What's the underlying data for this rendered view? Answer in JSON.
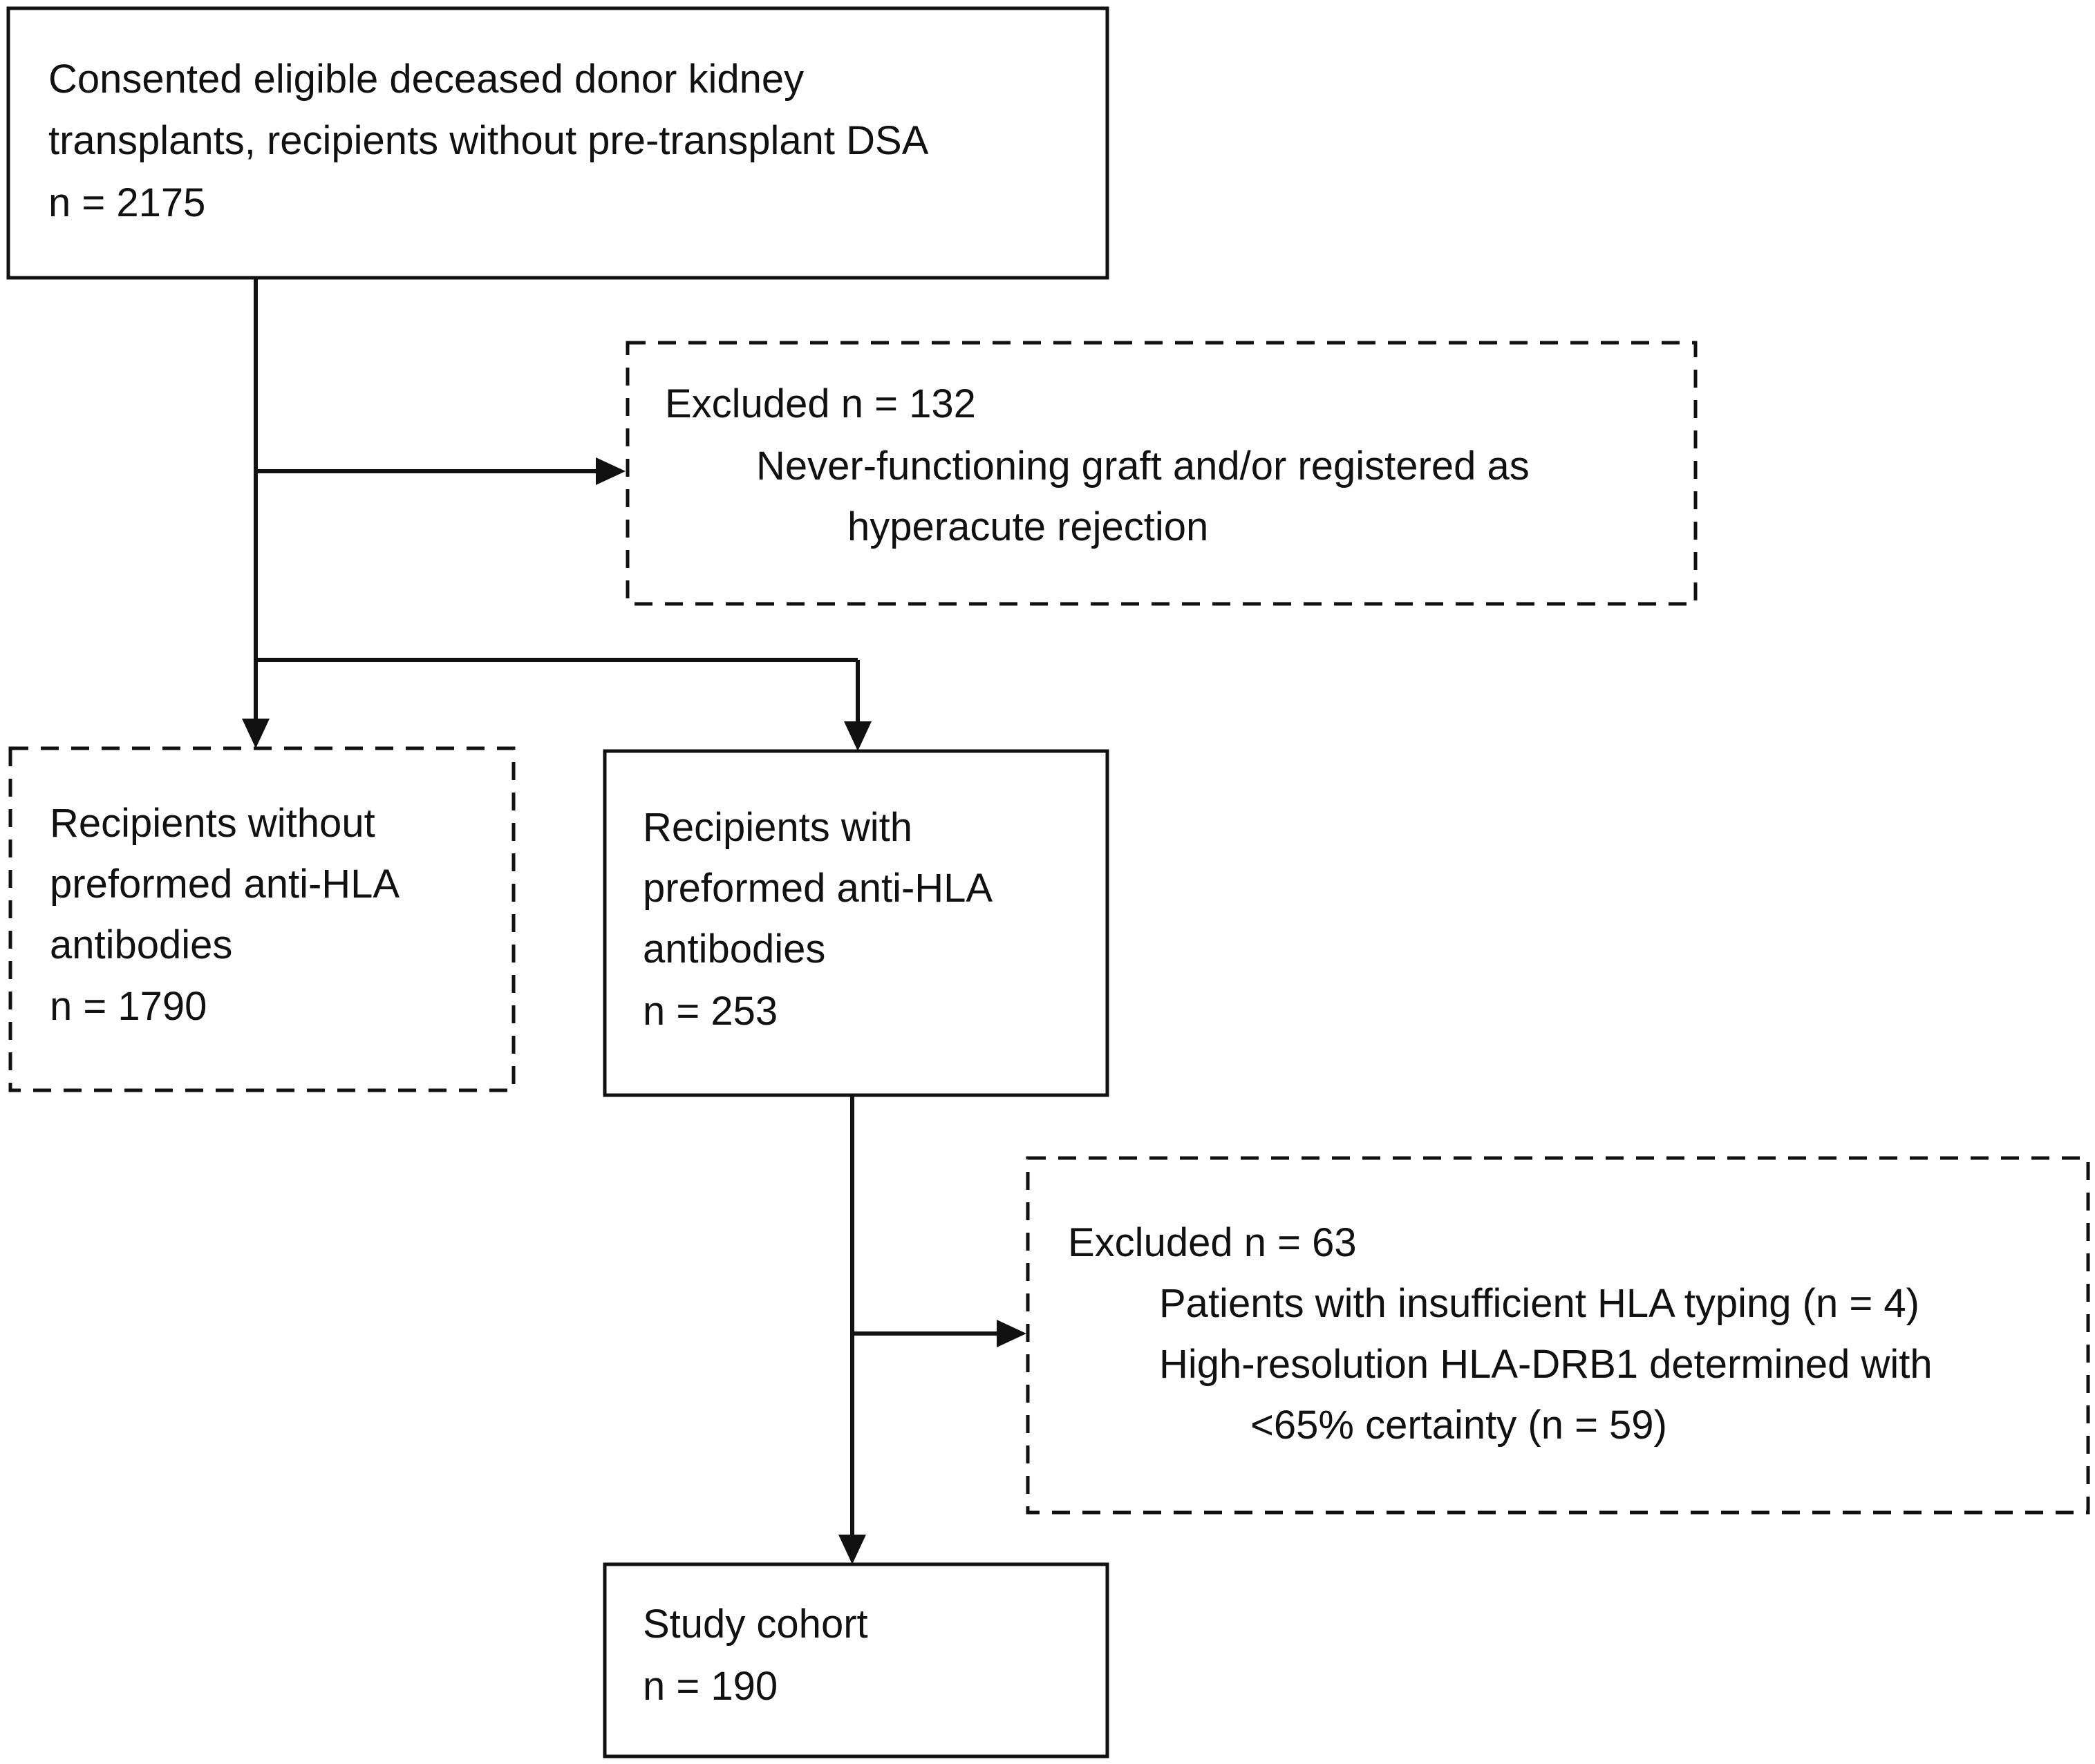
{
  "flowchart": {
    "top_box": {
      "lines": [
        "Consented eligible deceased donor kidney",
        "transplants, recipients without pre-transplant DSA",
        "n = 2175"
      ]
    },
    "excluded_box_1": {
      "lines": [
        "Excluded n = 132",
        "Never-functioning graft and/or registered as",
        "hyperacute rejection"
      ]
    },
    "without_antibodies_box": {
      "lines": [
        "Recipients without",
        "preformed anti-HLA",
        "antibodies",
        "n = 1790"
      ]
    },
    "with_antibodies_box": {
      "lines": [
        "Recipients with",
        "preformed anti-HLA",
        "antibodies",
        "n = 253"
      ]
    },
    "excluded_box_2": {
      "lines": [
        "Excluded n = 63",
        "Patients with insufficient HLA typing (n = 4)",
        "High-resolution HLA-DRB1 determined with",
        "<65% certainty (n = 59)"
      ]
    },
    "study_cohort_box": {
      "lines": [
        "Study cohort",
        "n = 190"
      ]
    }
  }
}
